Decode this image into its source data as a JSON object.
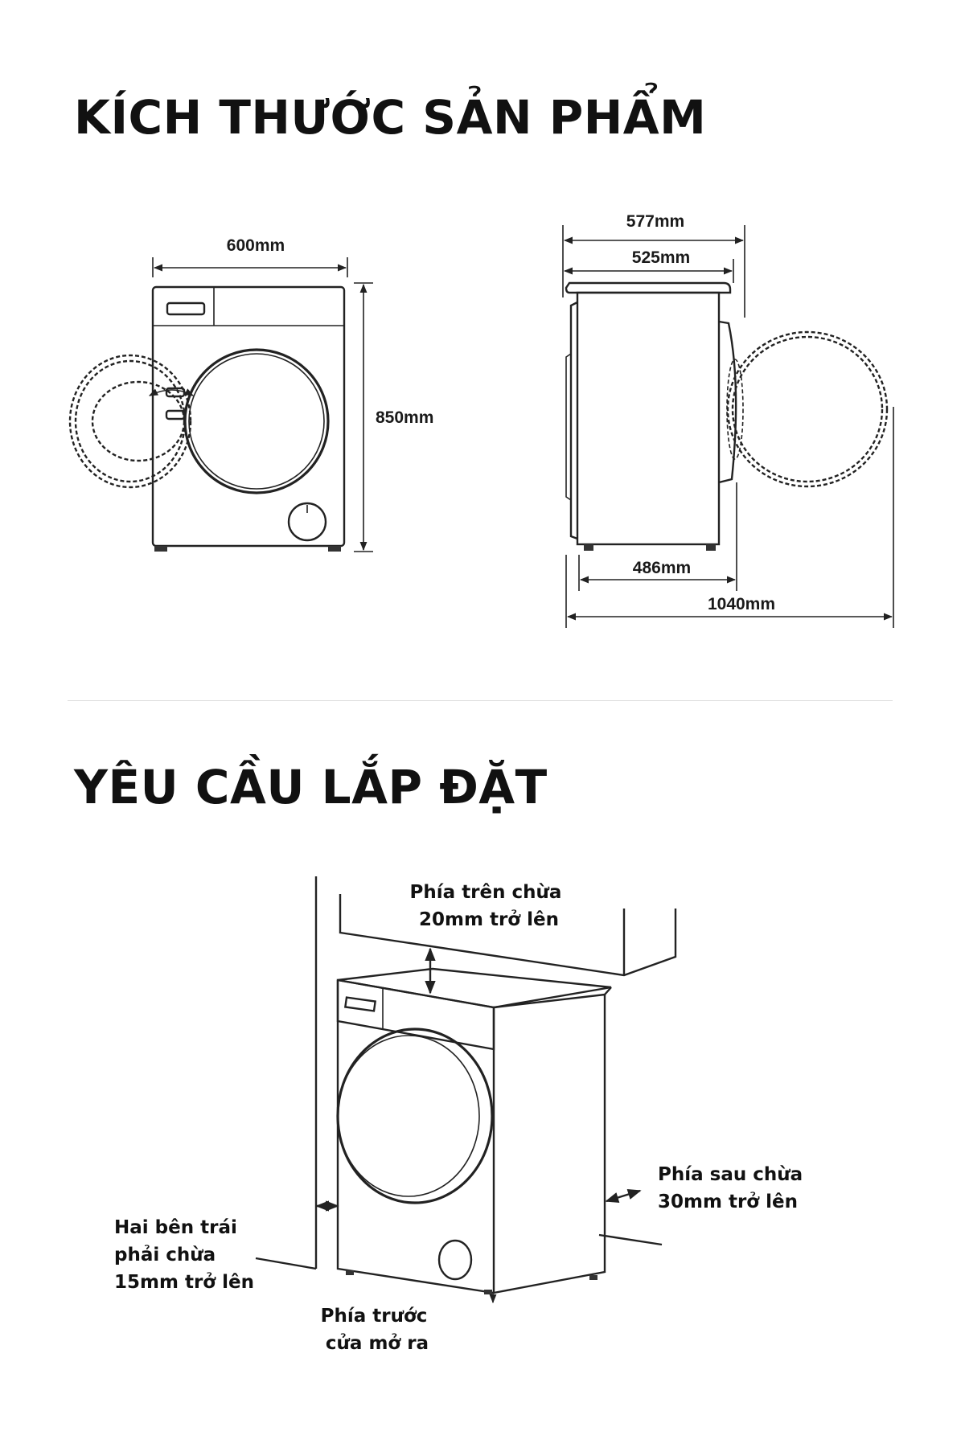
{
  "sections": {
    "dimensions_title": "KÍCH THƯỚC SẢN PHẨM",
    "installation_title": "YÊU CẦU LẮP ĐẶT"
  },
  "dimensions": {
    "front_width": "600mm",
    "height": "850mm",
    "side_depth_overall": "577mm",
    "side_depth_body": "525mm",
    "side_depth_base": "486mm",
    "depth_door_open": "1040mm"
  },
  "installation": {
    "top": [
      "Phía trên chừa",
      "20mm trở lên"
    ],
    "back": [
      "Phía sau chừa",
      "30mm trở lên"
    ],
    "sides": [
      "Hai bên trái",
      "phải chừa",
      "15mm trở lên"
    ],
    "front": [
      "Phía trước",
      "cửa mở ra"
    ]
  }
}
